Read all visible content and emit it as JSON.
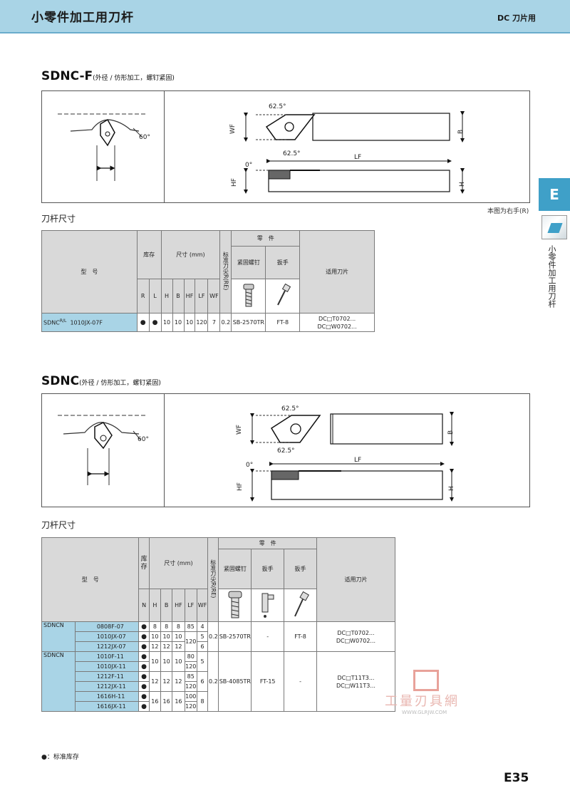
{
  "header": {
    "title": "小零件加工用刀杆",
    "right_label": "DC 刀片用"
  },
  "side": {
    "tab_letter": "E",
    "vertical_text": "小零件加工用刀杆"
  },
  "section1": {
    "title": "SDNC-F",
    "subtitle": "(外径 / 仿形加工，螺钉紧固)",
    "diagram": {
      "angle_60": "60°",
      "angle_top": "62.5°",
      "angle_bottom": "62.5°",
      "WF": "WF",
      "B": "B",
      "LF": "LF",
      "zero": "0°",
      "HF": "HF",
      "H": "H"
    },
    "note": "本图为右手(R)",
    "table_title": "刀杆尺寸",
    "table": {
      "h_model": "型　号",
      "h_stock": "库存",
      "h_dims": "尺寸 (mm)",
      "h_re": "标准刀尖R(RE)",
      "h_parts": "零　件",
      "h_screw": "紧固螺钉",
      "h_wrench": "扳手",
      "h_insert": "适用刀片",
      "sub": [
        "R",
        "L",
        "H",
        "B",
        "HF",
        "LF",
        "WF"
      ],
      "row": {
        "model_prefix": "SDNC",
        "model_frac": "R/L",
        "model": "1010JX-07F",
        "R": "●",
        "L": "●",
        "H": "10",
        "B": "10",
        "HF": "10",
        "LF": "120",
        "WF": "7",
        "RE": "0.2",
        "screw": "SB-2570TR",
        "wrench": "FT-8",
        "insert1": "DC□T0702...",
        "insert2": "DC□W0702..."
      }
    }
  },
  "section2": {
    "title": "SDNC",
    "subtitle": "(外径 / 仿形加工，螺钉紧固)",
    "diagram": {
      "angle_60": "60°",
      "angle_top": "62.5°",
      "angle_bottom": "62.5°",
      "WF": "WF",
      "B": "B",
      "LF": "LF",
      "zero": "0°",
      "HF": "HF",
      "H": "H"
    },
    "table_title": "刀杆尺寸",
    "table": {
      "h_model": "型　号",
      "h_stock": "库存",
      "h_dims": "尺寸 (mm)",
      "h_re": "标准刀尖R(RE)",
      "h_parts": "零　件",
      "h_screw": "紧固螺钉",
      "h_wrench1": "扳手",
      "h_wrench2": "扳手",
      "h_insert": "适用刀片",
      "sub": [
        "N",
        "H",
        "B",
        "HF",
        "LF",
        "WF"
      ],
      "g1": {
        "prefix": "SDNCN",
        "models": [
          "0808F-07",
          "1010JX-07",
          "1212JX-07"
        ],
        "N": [
          "●",
          "●",
          "●"
        ],
        "H": [
          "8",
          "10",
          "12"
        ],
        "B": [
          "8",
          "10",
          "12"
        ],
        "HF": [
          "8",
          "10",
          "12"
        ],
        "LF": [
          "85",
          "120"
        ],
        "WF": [
          "4",
          "5",
          "6"
        ],
        "RE": "0.2",
        "screw": "SB-2570TR",
        "wrench1": "-",
        "wrench2": "FT-8",
        "insert1": "DC□T0702...",
        "insert2": "DC□W0702..."
      },
      "g2": {
        "prefix": "SDNCN",
        "models": [
          "1010F-11",
          "1010JX-11",
          "1212F-11",
          "1212JX-11",
          "1616H-11",
          "1616JX-11"
        ],
        "N": [
          "●",
          "●",
          "●",
          "●",
          "●",
          "●"
        ],
        "H": [
          "10",
          "12",
          "16"
        ],
        "B": [
          "10",
          "12",
          "16"
        ],
        "HF": [
          "10",
          "12",
          "16"
        ],
        "LF": [
          "80",
          "120",
          "85",
          "120",
          "100",
          "120"
        ],
        "WF": [
          "5",
          "6",
          "8"
        ],
        "RE": "0.2",
        "screw": "SB-4085TR",
        "wrench1": "FT-15",
        "wrench2": "-",
        "insert1": "DC□T11T3...",
        "insert2": "DC□W11T3..."
      }
    }
  },
  "legend": "●：标准库存",
  "page_number": "E35",
  "watermark": {
    "text": "工量刃具網",
    "url": "WWW.GLRJW.COM"
  }
}
